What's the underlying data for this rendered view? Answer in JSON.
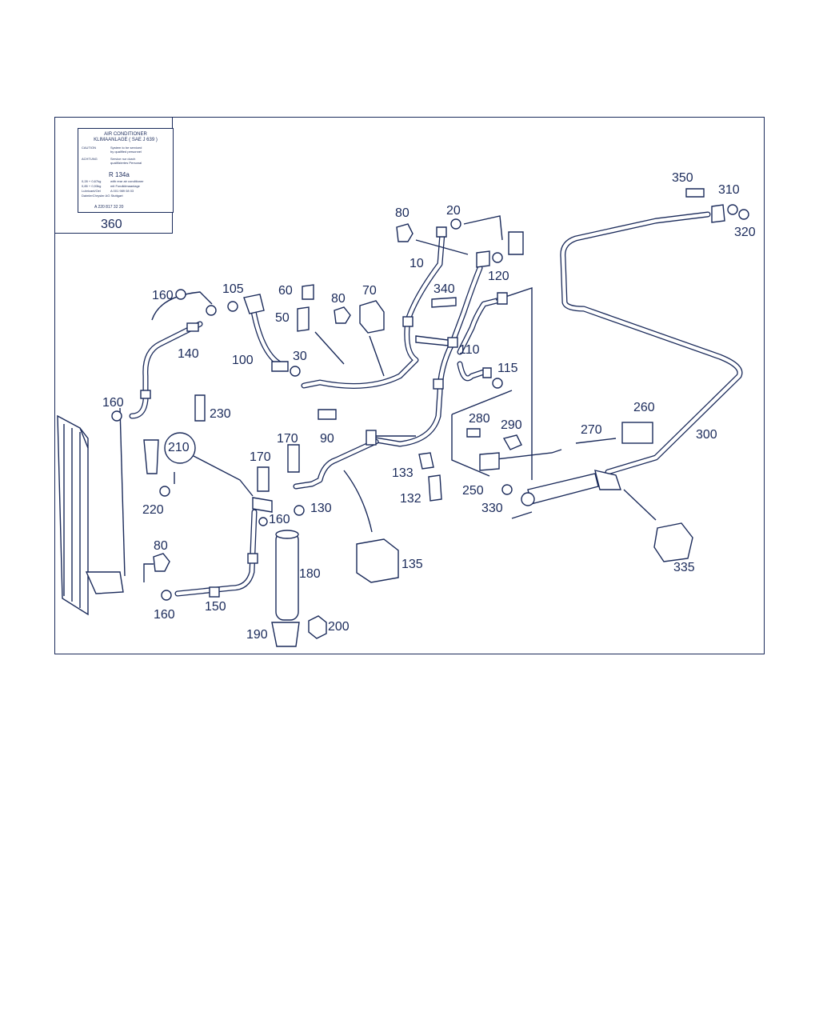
{
  "decal": {
    "title1": "AIR CONDITIONER",
    "title2": "KLIMAANLAGE ( SAE J 639 )",
    "rows": [
      {
        "l": "CAUTION",
        "r": "System to be serviced"
      },
      {
        "l": "",
        "r": "by qualified personnel"
      },
      {
        "l": "ACHTUNG",
        "r": "Service nur durch"
      },
      {
        "l": "",
        "r": "qualifiziertes Personal"
      },
      {
        "l": "0,28 + 0,67kg",
        "r": "with rear air conditioner"
      },
      {
        "l": "0,85 + 0,93kg",
        "r": "mit Fondklimaanlage"
      },
      {
        "l": "Lubricant/Oel",
        "r": "A 001 989 08 03"
      },
      {
        "l": "DaimlerChrysler AG Stuttgart",
        "r": ""
      }
    ],
    "refrigerant": "R 134a",
    "part_number": "A 220 817 32 20"
  },
  "callouts": {
    "c360": "360",
    "c350": "350",
    "c310": "310",
    "c320": "320",
    "c80a": "80",
    "c20": "20",
    "c10": "10",
    "c120": "120",
    "c160a": "160",
    "c105": "105",
    "c60": "60",
    "c80b": "80",
    "c70": "70",
    "c340": "340",
    "c50": "50",
    "c140": "140",
    "c100": "100",
    "c30": "30",
    "c110": "110",
    "c115": "115",
    "c160b": "160",
    "c230": "230",
    "c90": "90",
    "c260": "260",
    "c280": "280",
    "c290": "290",
    "c270": "270",
    "c300": "300",
    "c210": "210",
    "c170a": "170",
    "c170b": "170",
    "c133": "133",
    "c250": "250",
    "c132": "132",
    "c330": "330",
    "c220": "220",
    "c130": "130",
    "c160c": "160",
    "c135": "135",
    "c335": "335",
    "c80c": "80",
    "c180": "180",
    "c160d": "160",
    "c150": "150",
    "c200": "200",
    "c190": "190"
  },
  "colors": {
    "ink": "#1a2a5a",
    "paper": "#ffffff"
  }
}
